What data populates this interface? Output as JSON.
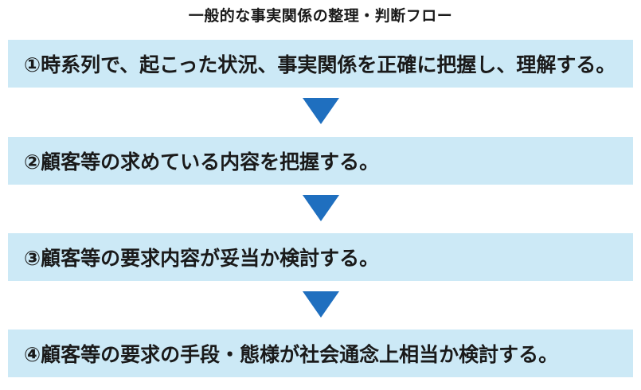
{
  "title": "一般的な事実関係の整理・判断フロー",
  "steps": [
    "①時系列で、起こった状況、事実関係を正確に把握し、理解する。",
    "②顧客等の求めている内容を把握する。",
    "③顧客等の要求内容が妥当か検討する。",
    "④顧客等の要求の手段・態様が社会通念上相当か検討する。"
  ],
  "colors": {
    "box_background": "#cce9f6",
    "arrow": "#1f6fbf",
    "text": "#1a1a1a"
  },
  "icons": {
    "arrow": "down-triangle-arrow"
  }
}
